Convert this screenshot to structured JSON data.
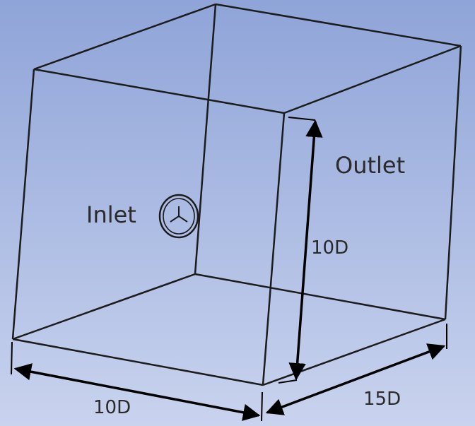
{
  "labels": {
    "inlet": "Inlet",
    "outlet": "Outlet",
    "height_dim": "10D",
    "width_dim": "10D",
    "depth_dim": "15D"
  },
  "colors": {
    "edge": "#1c1c1c",
    "arrow": "#000000",
    "hidden_edge": "#2c2c2c"
  },
  "icons": {
    "inlet_marker": "triad-axis-icon"
  }
}
